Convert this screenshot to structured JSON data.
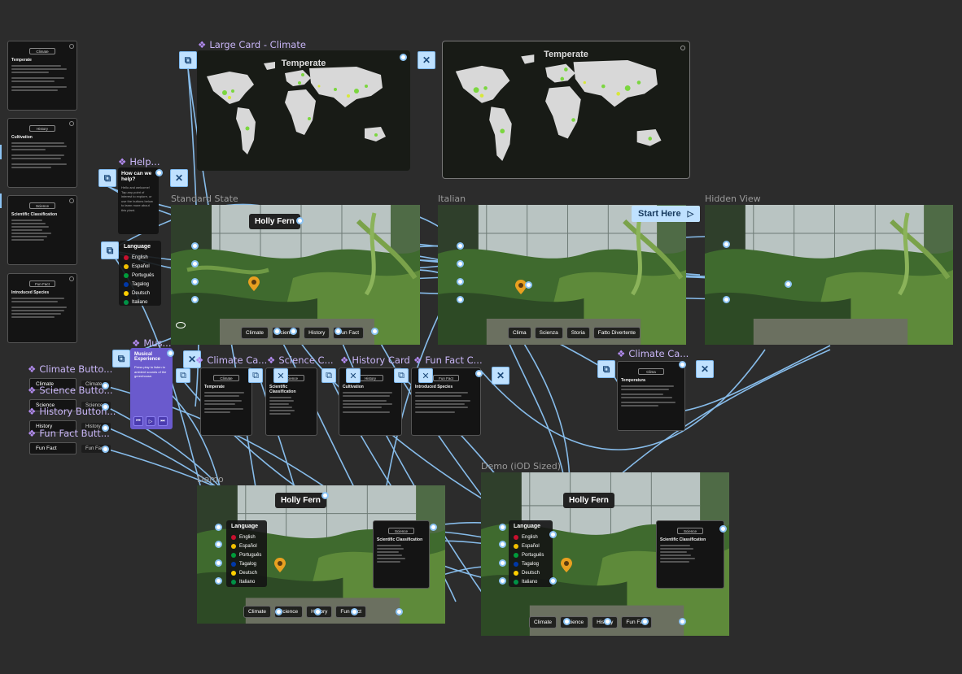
{
  "labels": {
    "large_card_climate": "Large Card - Climate",
    "help": "Help...",
    "standard_state": "Standard State",
    "italian": "Italian",
    "hidden_view": "Hidden View",
    "climate_button": "Climate Butto...",
    "science_button": "Science Butto...",
    "history_button": "History Button...",
    "fun_fact_button": "Fun Fact Butt...",
    "music": "Mus...",
    "climate_card": "Climate Ca...",
    "science_card": "Science C...",
    "history_card": "History Card",
    "fun_fact_card": "Fun Fact C...",
    "climate_card_it": "Climate Ca...",
    "demo": "Demo",
    "demo_sized": "Demo (iOD Sized)"
  },
  "map": {
    "title_left": "Temperate",
    "title_right": "Temperate"
  },
  "scene": {
    "plant_name": "Holly Fern",
    "start_here": "Start Here"
  },
  "help_card": {
    "title": "How can we help?",
    "text": "Hello and welcome! Tap any point of interest to explore, or use the buttons below to learn more about this plant."
  },
  "music_card": {
    "title": "Musical Experience",
    "text": "Press play to listen to ambient sounds of the greenhouse."
  },
  "language_panel": {
    "header": "Language",
    "items": [
      "English",
      "Español",
      "Português",
      "Tagalog",
      "Deutsch",
      "Italiano"
    ]
  },
  "bottom_bar": {
    "climate": "Climate",
    "science": "Science",
    "history": "History",
    "fun_fact": "Fun Fact"
  },
  "bottom_bar_it": {
    "climate": "Clima",
    "science": "Scienza",
    "history": "Storia",
    "fun_fact": "Fatto Divertente"
  },
  "buttons": {
    "climate": "Climate",
    "science": "Science",
    "history": "History",
    "fun_fact": "Fun Fact"
  },
  "side_cards": [
    {
      "pill": "Climate",
      "title": "Temperate"
    },
    {
      "pill": "History",
      "title": "Cultivation"
    },
    {
      "pill": "Science",
      "title": "Scientific Classification"
    },
    {
      "pill": "Fun Fact",
      "title": "Introduced Species"
    }
  ],
  "cards": {
    "climate": {
      "pill": "Climate",
      "title": "Temperate"
    },
    "science": {
      "pill": "Science",
      "title": "Scientific Classification"
    },
    "history": {
      "pill": "History",
      "title": "Cultivation"
    },
    "fun_fact": {
      "pill": "Fun Fact",
      "title": "Introduced Species"
    },
    "climate_it": {
      "pill": "Clima",
      "title": "Temperatura"
    }
  },
  "demo_cards": {
    "science_pill": "Science",
    "science_title": "Scientific Classification"
  },
  "colors": {
    "wire": "#8cc4f5",
    "node": "#bfe1ff",
    "canvas": "#2c2c2c",
    "component": "#b48cf2"
  }
}
